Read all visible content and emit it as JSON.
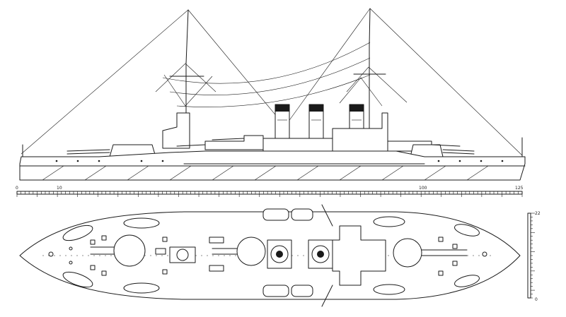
{
  "scale_bar": {
    "ticks": [
      "0",
      "10",
      "100",
      "125"
    ]
  },
  "vertical_scale": {
    "top": "22",
    "bottom": "0"
  }
}
